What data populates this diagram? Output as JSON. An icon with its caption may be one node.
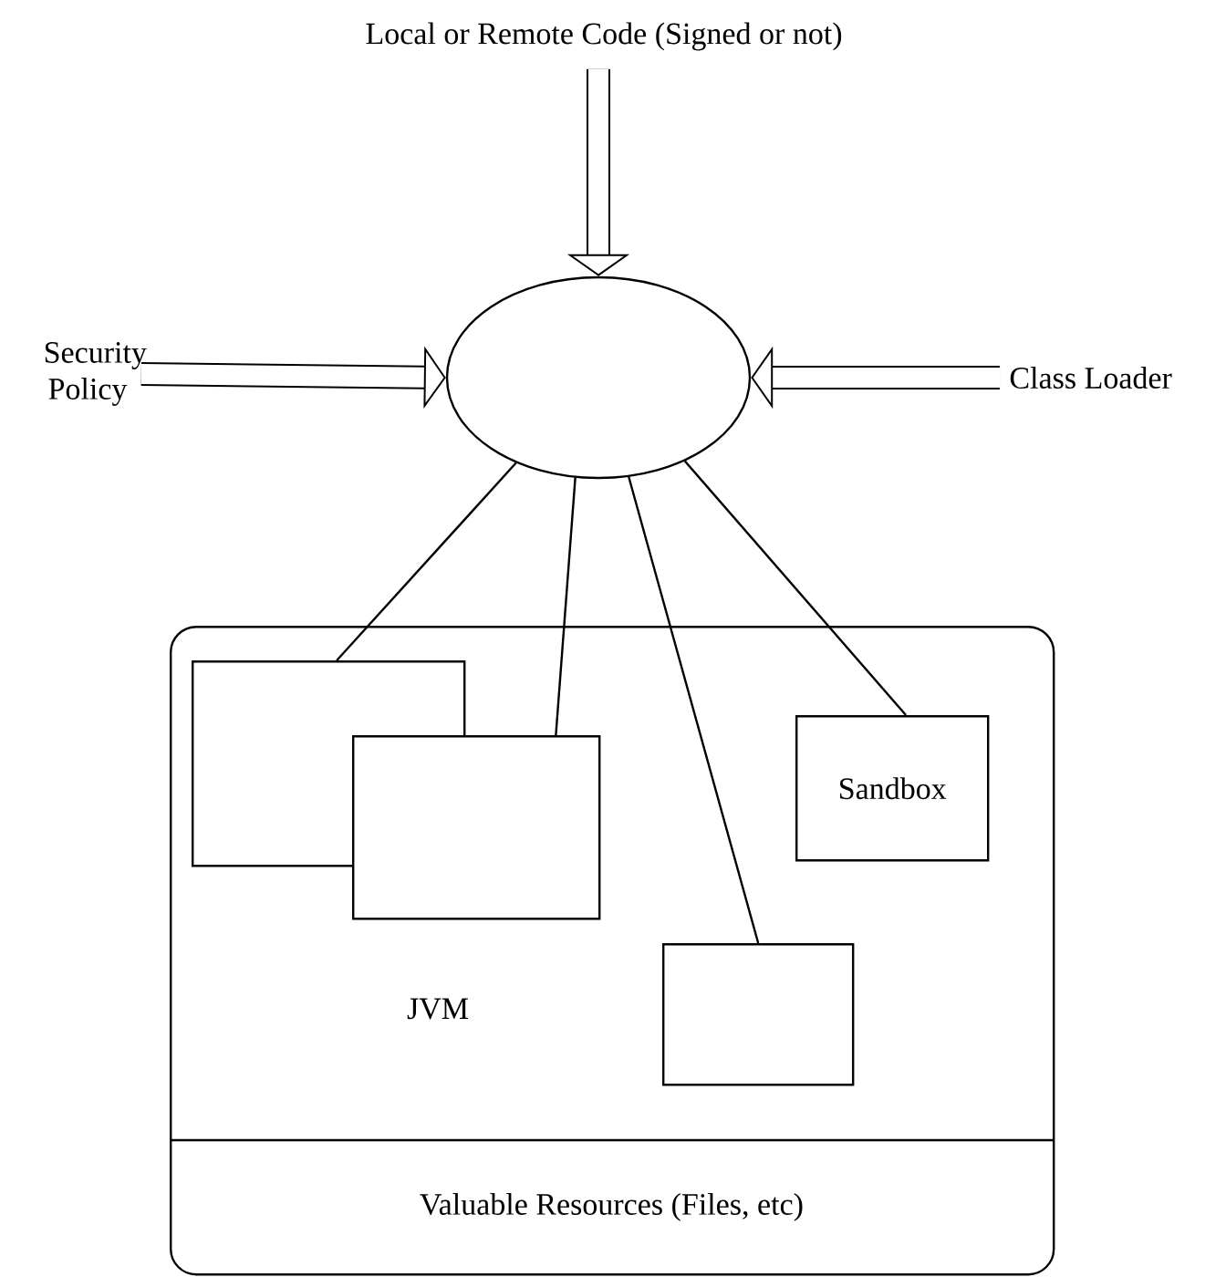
{
  "diagram": {
    "nodes": [
      {
        "text": [
          "Local or Remote Code (Signed or not)"
        ]
      },
      {
        "text": [
          "Security Policy"
        ]
      },
      {
        "text": [
          "Class Loader"
        ]
      },
      {
        "text": [],
        "shape": "ellipse"
      },
      {
        "text": [
          "JVM"
        ]
      },
      {
        "text": [
          "Valuable Resources (Files, etc)"
        ],
        "in": 4
      },
      {
        "text": [],
        "shape": "box",
        "in": 4
      },
      {
        "text": [],
        "shape": "box",
        "in": 4
      },
      {
        "text": [],
        "shape": "box",
        "in": 4
      },
      {
        "text": [
          "Sandbox"
        ],
        "in": 4
      }
    ],
    "edges": [
      {
        "from": 0,
        "to": 3,
        "arrow": "to",
        "style": "thick"
      },
      {
        "from": 1,
        "to": 3,
        "arrow": "to",
        "style": "thick"
      },
      {
        "from": 2,
        "to": 3,
        "arrow": "to",
        "style": "thick"
      },
      {
        "from": 3,
        "to": 6,
        "arrow": "none"
      },
      {
        "from": 3,
        "to": 7,
        "arrow": "none"
      },
      {
        "from": 3,
        "to": 8,
        "arrow": "none"
      },
      {
        "from": 3,
        "to": 9,
        "arrow": "none"
      }
    ]
  }
}
